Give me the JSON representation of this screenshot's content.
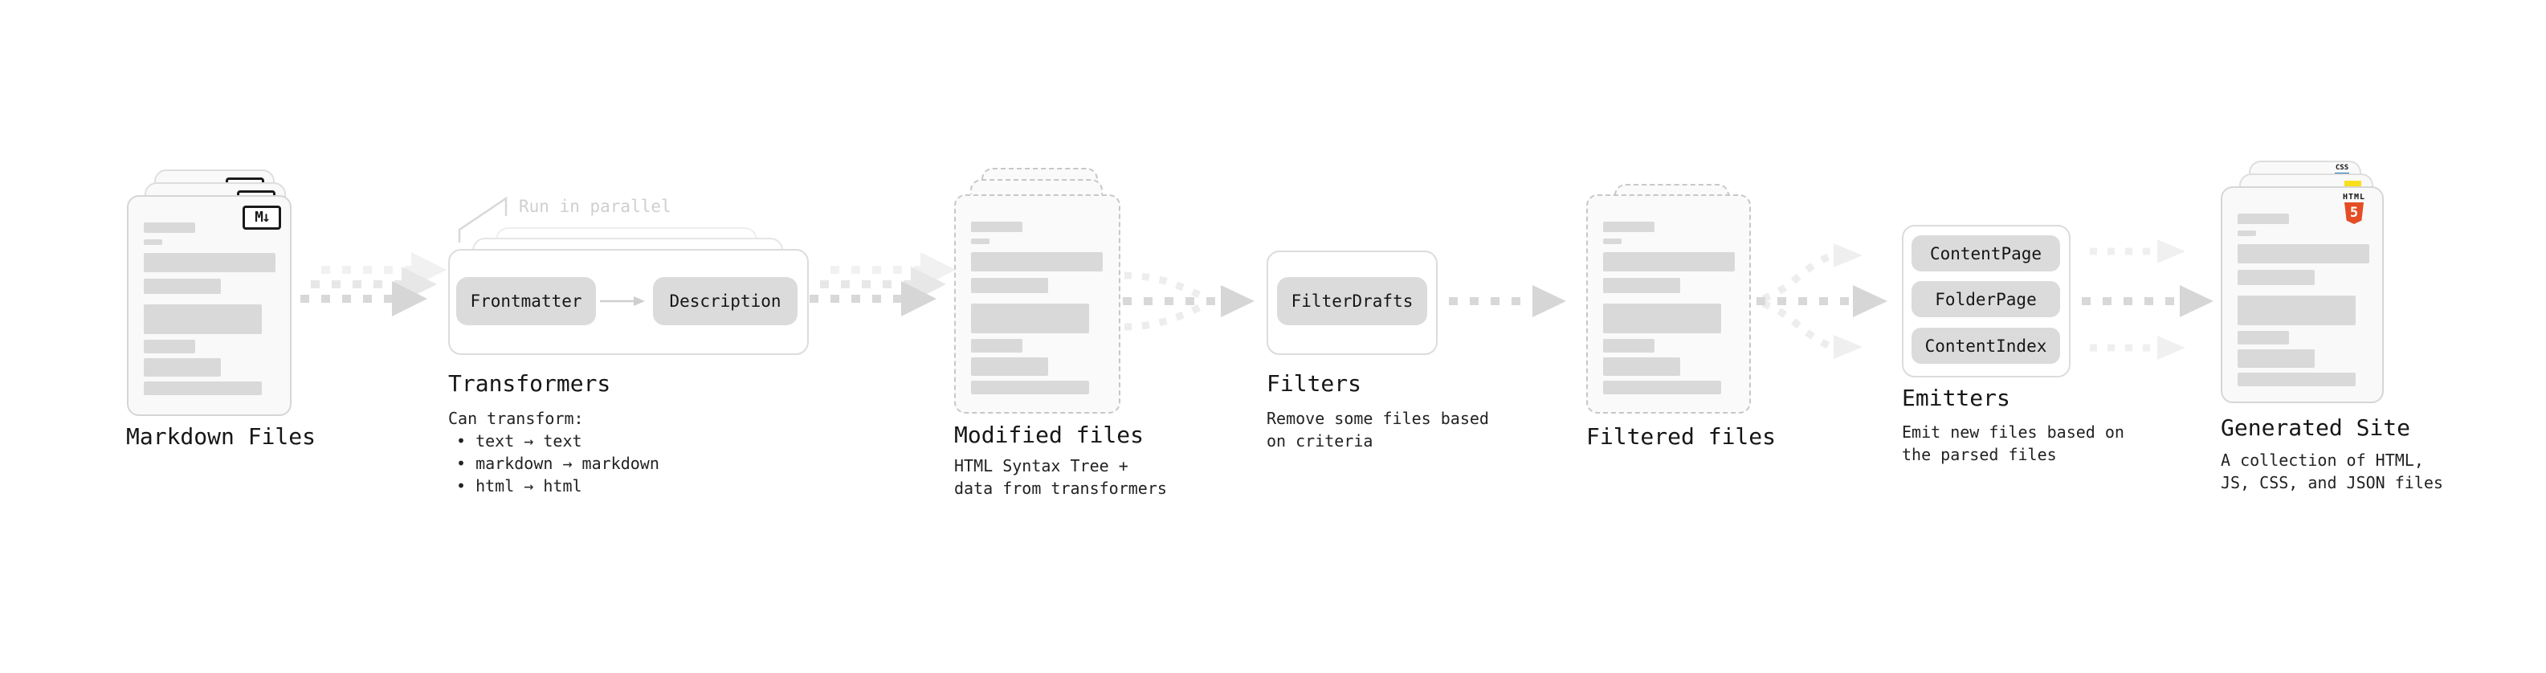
{
  "stages": {
    "markdown_files": {
      "title": "Markdown Files",
      "badge": "M↓"
    },
    "transformers": {
      "note": "Run in parallel",
      "pill_left": "Frontmatter",
      "pill_right": "Description",
      "title": "Transformers",
      "body_heading": "Can transform:",
      "bullets": [
        "• text → text",
        "• markdown → markdown",
        "• html → html"
      ]
    },
    "modified_files": {
      "title": "Modified files",
      "subtitle": "HTML Syntax Tree +\ndata from transformers"
    },
    "filters": {
      "pill": "FilterDrafts",
      "title": "Filters",
      "subtitle": "Remove some files based\non criteria"
    },
    "filtered_files": {
      "title": "Filtered files"
    },
    "emitters": {
      "pills": [
        "ContentPage",
        "FolderPage",
        "ContentIndex"
      ],
      "title": "Emitters",
      "subtitle": "Emit new files based on\nthe parsed files"
    },
    "generated_site": {
      "title": "Generated Site",
      "subtitle": "A collection of HTML,\nJS, CSS, and JSON files",
      "badge_html_label": "HTML",
      "badge_html_number": "5",
      "badge_css_label": "CSS"
    }
  },
  "colors": {
    "html5_orange": "#e44d26",
    "js_yellow": "#f7df1e",
    "css_blue": "#1572b6"
  }
}
